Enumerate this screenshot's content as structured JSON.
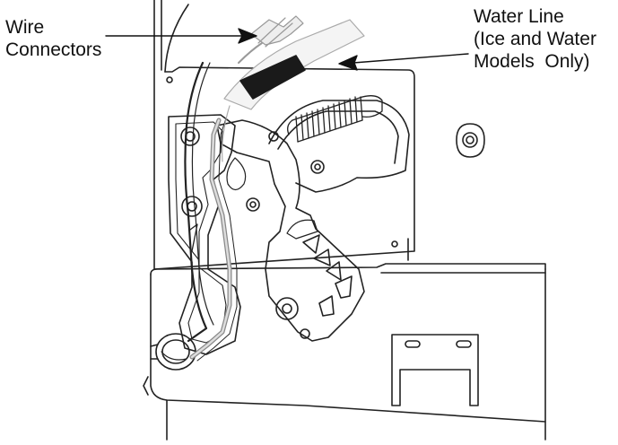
{
  "labels": {
    "wire_connectors": [
      "Wire",
      "Connectors"
    ],
    "water_line": [
      "Water Line",
      "(Ice and Water",
      "Models  Only)"
    ]
  },
  "colors": {
    "line": "#222222",
    "water_line_fill": "#1a1a1a",
    "wire_shade": "#c8c8c8",
    "background": "#ffffff"
  }
}
